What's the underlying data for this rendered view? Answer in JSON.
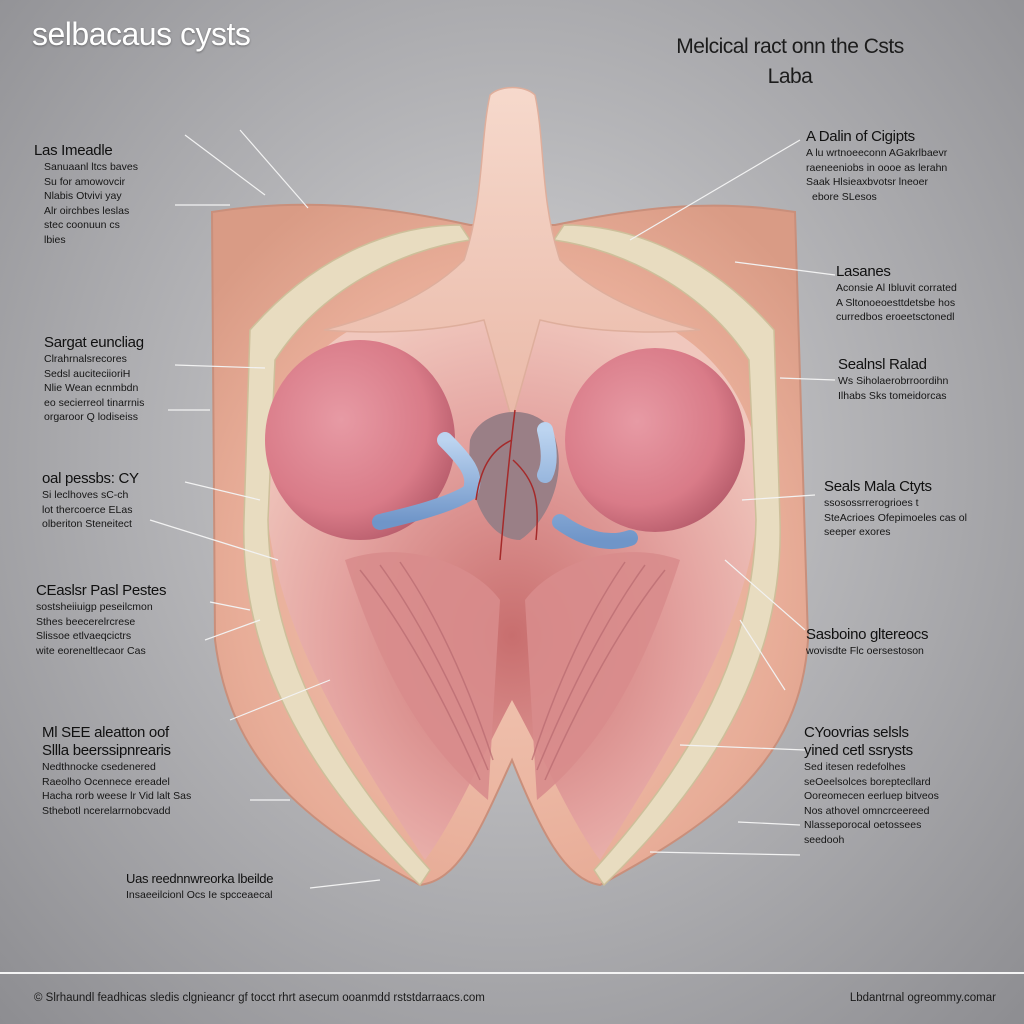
{
  "header": {
    "title": "selbacaus cysts",
    "subtitle_line1": "Melcical ract onn the Csts",
    "subtitle_line2": "Laba"
  },
  "labels_left": [
    {
      "heading": "Las Imeadle",
      "lines": [
        "Sanuaanl ltcs baves",
        "Su for amowovcir",
        "Nlabis Otvivi yay",
        "Alr oirchbes leslas",
        "stec coonuun cs",
        "lbies"
      ]
    },
    {
      "heading": "Sargat euncliag",
      "lines": [
        "Clrahrnalsrecores",
        "Sedsl auciteciioriH",
        "Nlie Wean ecnmbdn",
        "eo secierreol tinarrnis",
        "orgaroor Q lodiseiss"
      ]
    },
    {
      "heading": "oal pessbs: CY",
      "lines": [
        "Si leclhoves sC-ch",
        "lot thercoerce ELas",
        "olberiton Steneitect"
      ]
    },
    {
      "heading": "CEaslsr Pasl Pestes",
      "lines": [
        "sostsheiiuigp peseilcmon",
        "Sthes beecerelrcrese",
        "Slissoe etlvaeqcictrs",
        "wite eoreneltlecaor Cas"
      ]
    },
    {
      "heading": "Ml SEE aleatton oof",
      "heading2": "Sllla beerssipnrearis",
      "lines": [
        "Nedthnocke csedenered",
        "Raeolho Ocennece ereadel",
        "Hacha rorb weese lr Vid lalt Sas",
        "Sthebotl ncerelarrnobcvadd"
      ]
    },
    {
      "heading": "Uas reednnwreorka lbeilde",
      "lines": [
        "Insaeeilcionl Ocs Ie spcceaecal"
      ]
    }
  ],
  "labels_right": [
    {
      "heading": "A Dalin of Cigipts",
      "lines": [
        "A lu wrtnoeeconn AGakrlbaevr",
        "raeneeniobs in oooe as lerahn",
        "Saak Hlsieaxbvotsr lneoer",
        "ebore SLesos"
      ]
    },
    {
      "heading": "Lasanes",
      "lines": [
        "Aconsie Al Ibluvit corrated",
        "A Sltonoeoesttdetsbe hos",
        "curredbos eroeetsctonedl"
      ]
    },
    {
      "heading": "Sealnsl Ralad",
      "lines": [
        "Ws Siholaerobrroordihn",
        "Ilhabs Sks tomeidorcas"
      ]
    },
    {
      "heading": "Seals Mala Ctyts",
      "lines": [
        "ssosossrrerogrioes t",
        "SteAcrioes Ofepimoeles cas ol",
        "seeper exores"
      ]
    },
    {
      "heading": "Sasboino gltereocs",
      "lines": [
        "wovisdte Flc oersestoson"
      ]
    },
    {
      "heading": "CYoovrias selsls",
      "heading2": "yined cetl ssrysts",
      "lines": [
        "Sed itesen redefolhes",
        "seOeelsolces boreptecllard",
        "Ooreomecen eerluep bitveos",
        "Nos athovel omncrceereed",
        "Nlasseporocal oetossees",
        "seedooh"
      ]
    }
  ],
  "footer": {
    "left": "© Slrhaundl feadhicas sledis clgnieancr gf tocct rhrt asecum ooanmdd rststdarraacs.com",
    "right": "Lbdantrnal ogreommy.comar"
  }
}
